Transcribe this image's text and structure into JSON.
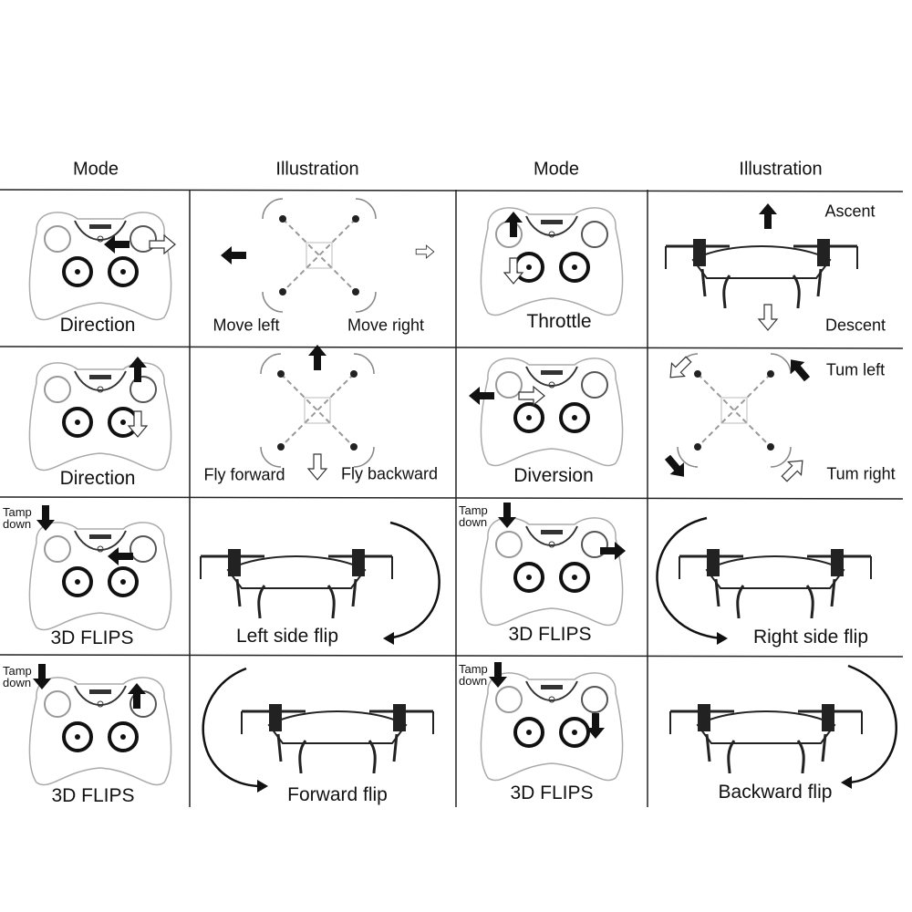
{
  "headers": [
    "Mode",
    "Illustration",
    "Mode",
    "Illustration"
  ],
  "rows": [
    {
      "left_mode": "Direction",
      "left_illus": [
        "Move left",
        "Move right"
      ],
      "right_mode": "Throttle",
      "right_illus": [
        "Ascent",
        "Descent"
      ]
    },
    {
      "left_mode": "Direction",
      "left_illus": [
        "Fly forward",
        "Fly backward"
      ],
      "right_mode": "Diversion",
      "right_illus": [
        "Tum left",
        "Tum right"
      ]
    },
    {
      "left_mode": "3D FLIPS",
      "left_note": "Tamp down",
      "left_illus": [
        "Left side flip"
      ],
      "right_mode": "3D FLIPS",
      "right_note": "Tamp down",
      "right_illus": [
        "Right side flip"
      ]
    },
    {
      "left_mode": "3D FLIPS",
      "left_note": "Tamp down",
      "left_illus": [
        "Forward flip"
      ],
      "right_mode": "3D FLIPS",
      "right_note": "Tamp down",
      "right_illus": [
        "Backward flip"
      ]
    }
  ],
  "colors": {
    "ink": "#111111",
    "faint": "#9a9a9a"
  }
}
